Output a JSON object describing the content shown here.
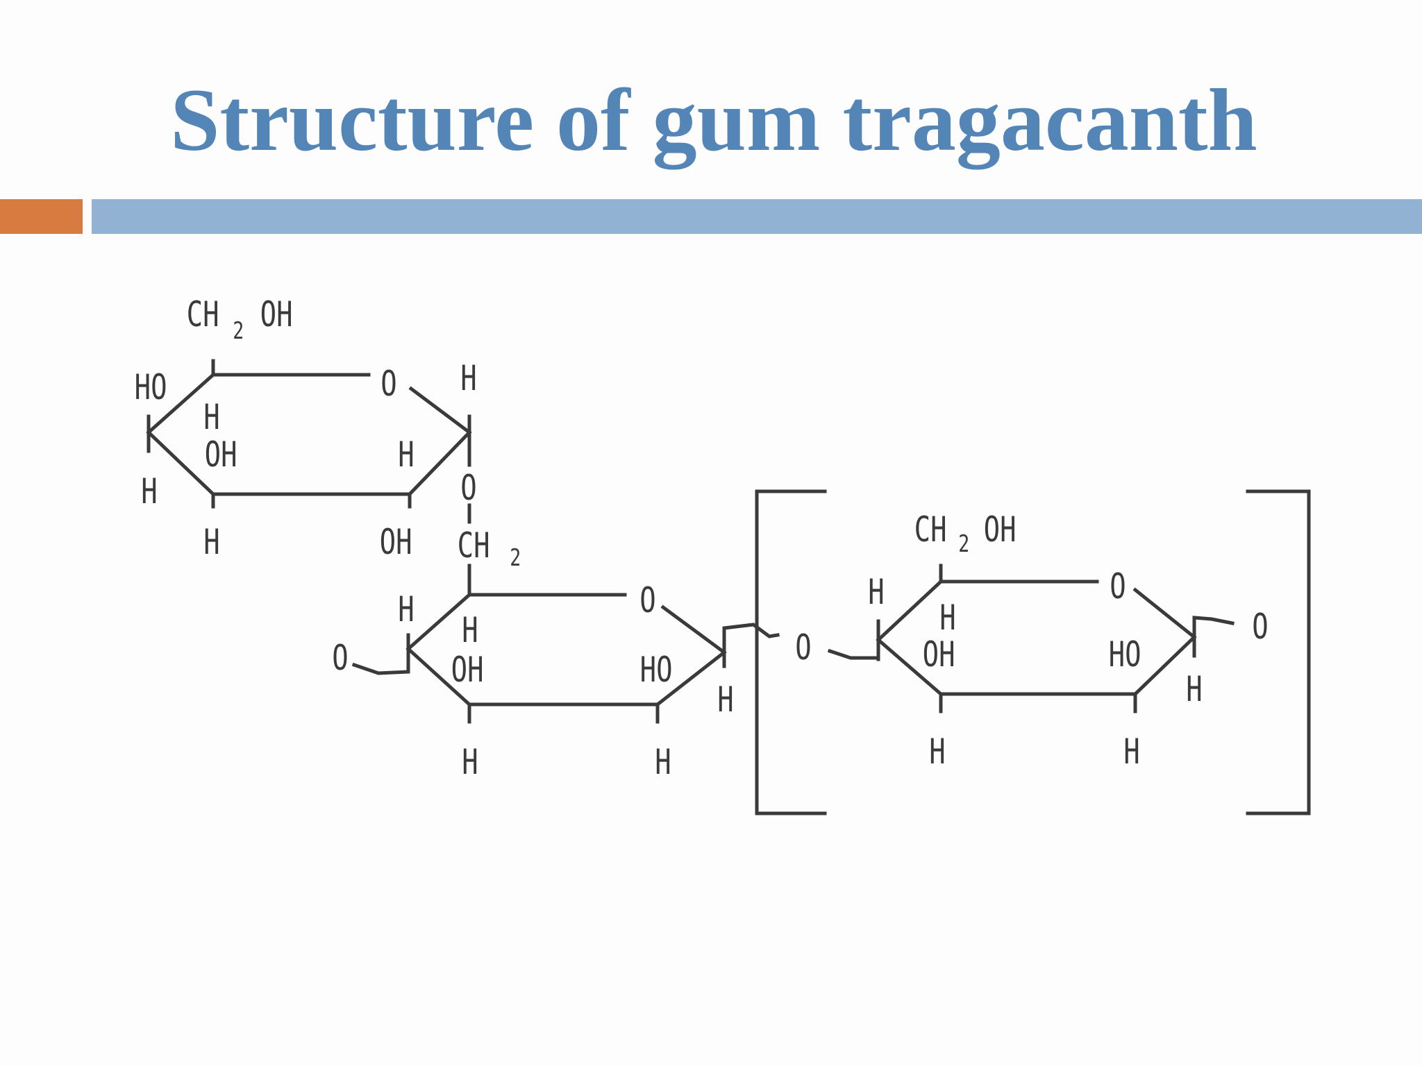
{
  "slide": {
    "title": "Structure of gum tragacanth",
    "colors": {
      "title": "#5386b6",
      "accent_bar": "#d87b41",
      "rule_bar": "#91b2d2",
      "background": "#fefdfe",
      "structure": "#3a3a3a"
    }
  },
  "structure": {
    "labels": {
      "ch2": "CH",
      "sub2": "2",
      "oh": "OH",
      "ho": "HO",
      "h": "H",
      "o": "O"
    }
  }
}
